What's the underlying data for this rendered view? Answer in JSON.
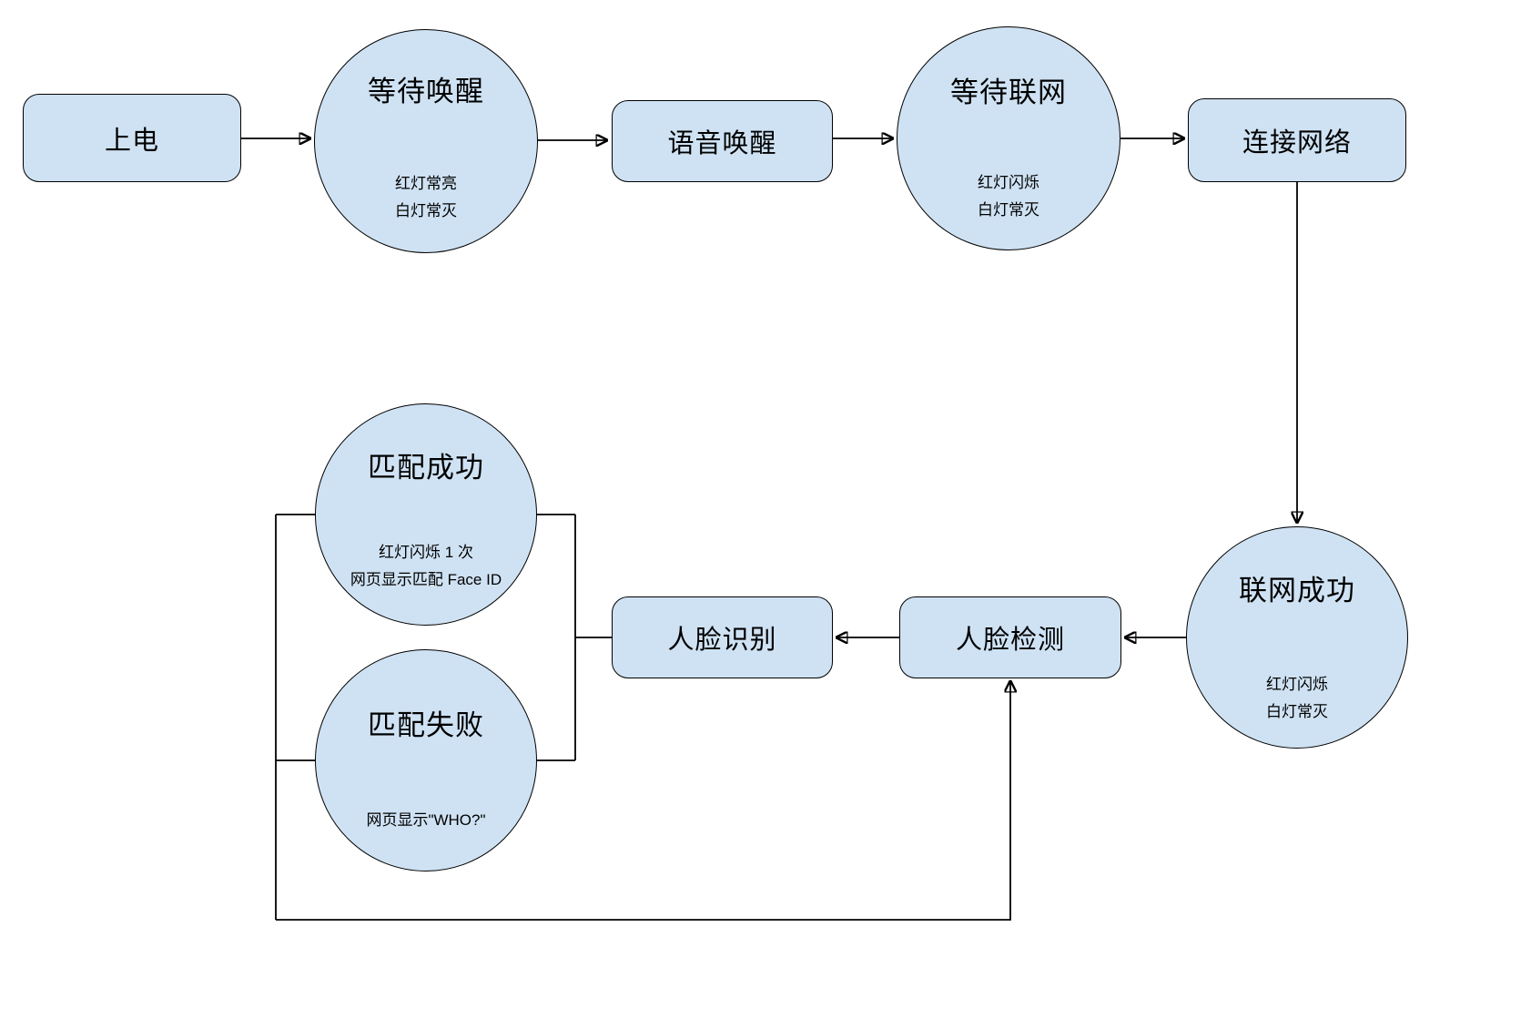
{
  "colors": {
    "node_fill": "#cfe2f3",
    "node_stroke": "#000000",
    "edge_color": "#000000",
    "bg": "#ffffff"
  },
  "nodes": {
    "power_on": {
      "label": "上电"
    },
    "wait_wake": {
      "label": "等待唤醒",
      "note": "红灯常亮\n白灯常灭"
    },
    "voice_wake": {
      "label": "语音唤醒"
    },
    "wait_network": {
      "label": "等待联网",
      "note": "红灯闪烁\n白灯常灭"
    },
    "connect_network": {
      "label": "连接网络"
    },
    "network_success": {
      "label": "联网成功",
      "note": "红灯闪烁\n白灯常灭"
    },
    "face_detect": {
      "label": "人脸检测"
    },
    "face_recognize": {
      "label": "人脸识别"
    },
    "match_success": {
      "label": "匹配成功",
      "note": "红灯闪烁 1 次\n网页显示匹配 Face ID"
    },
    "match_fail": {
      "label": "匹配失败",
      "note": "网页显示\"WHO?\""
    }
  }
}
